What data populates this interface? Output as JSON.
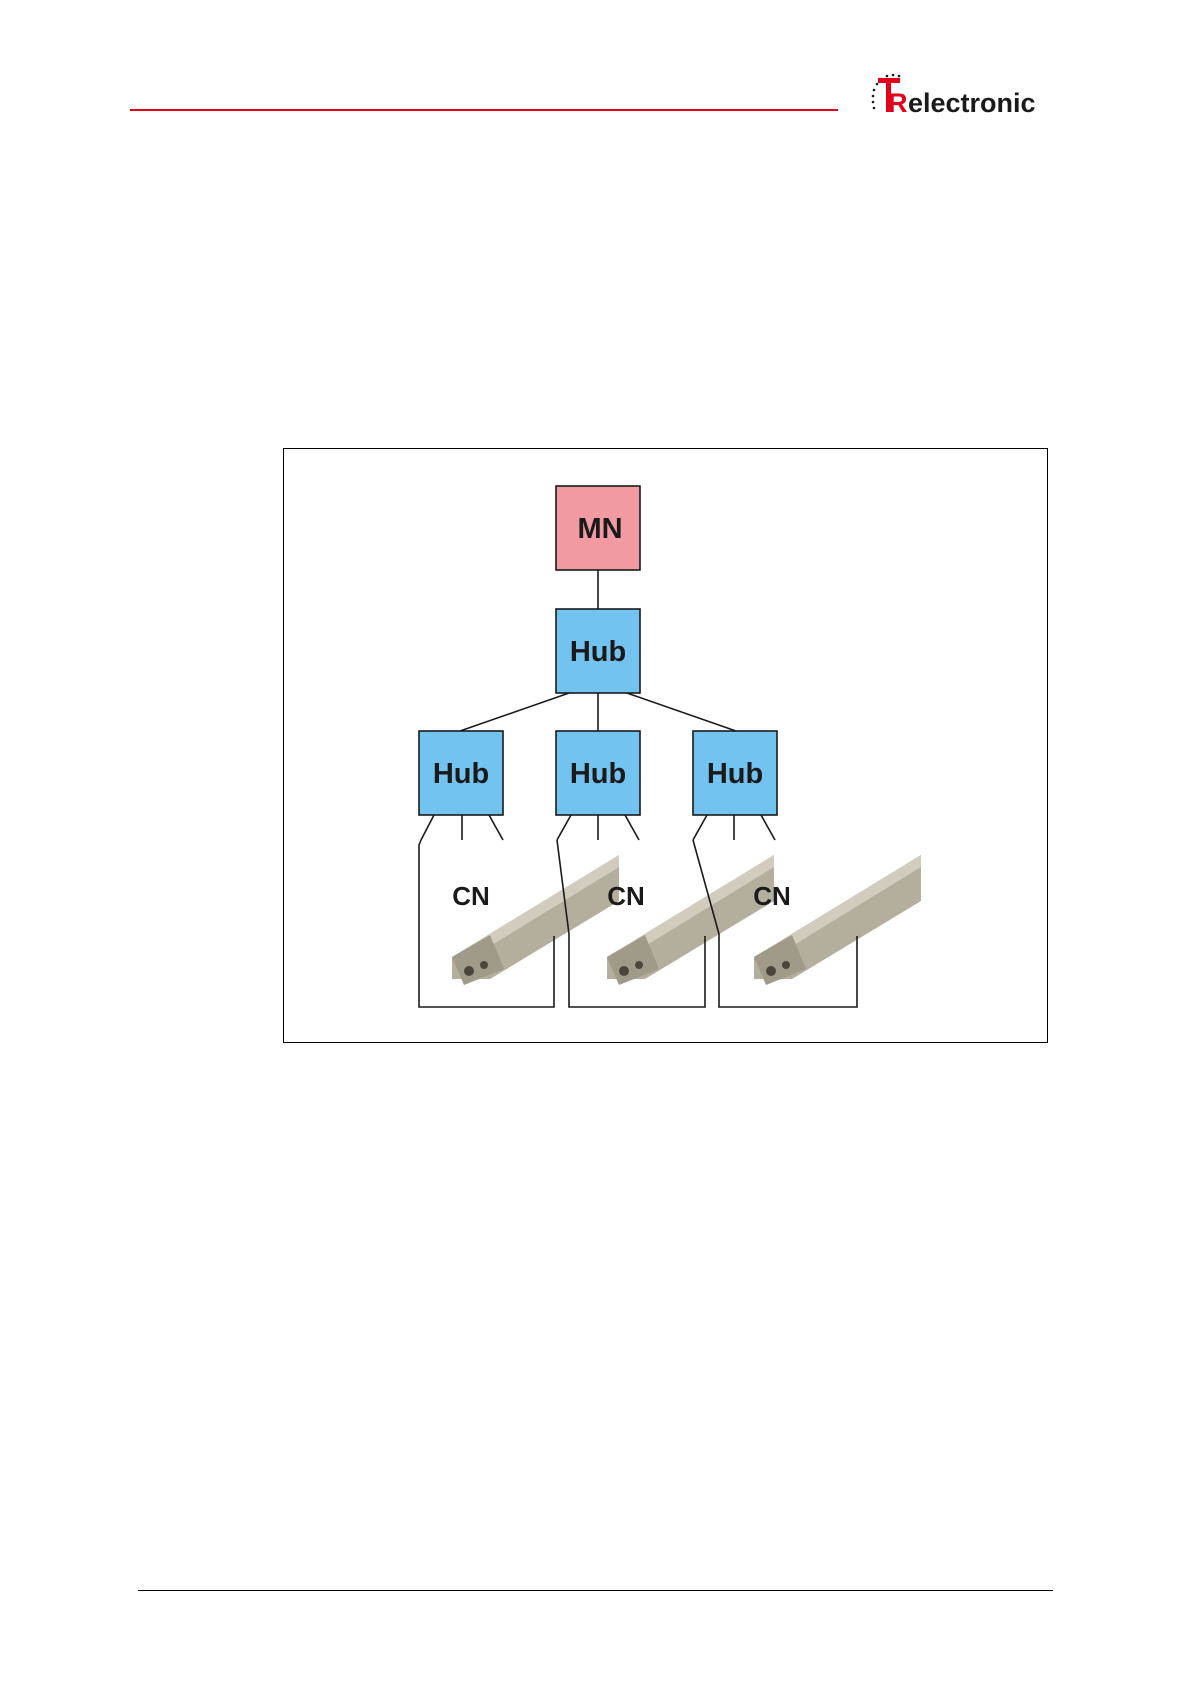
{
  "header": {
    "brand": "electronic",
    "brand_initial": "R"
  },
  "colors": {
    "accent": "#e3001b",
    "mn_fill": "#f19aa2",
    "hub_fill": "#72c3f0",
    "device_body": "#b4ae9c"
  },
  "diagram": {
    "mn": {
      "label": "MN"
    },
    "hubs": [
      {
        "label": "Hub"
      },
      {
        "label": "Hub"
      },
      {
        "label": "Hub"
      },
      {
        "label": "Hub"
      }
    ],
    "cns": [
      {
        "label": "CN"
      },
      {
        "label": "CN"
      },
      {
        "label": "CN"
      }
    ]
  }
}
